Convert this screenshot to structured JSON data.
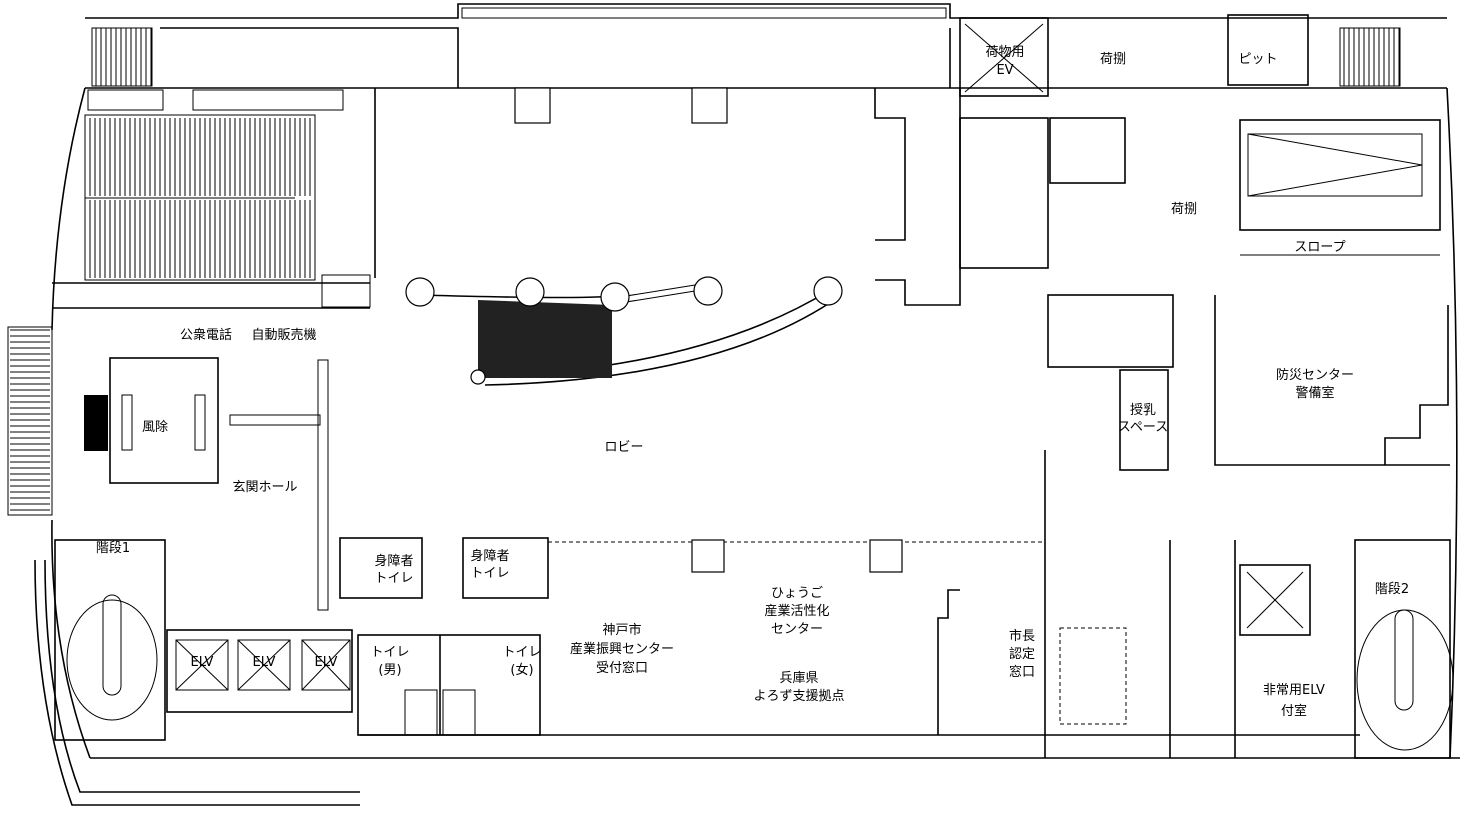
{
  "rooms": {
    "freight_ev": [
      "荷物用",
      "EV"
    ],
    "loading1": "荷捌",
    "loading2": "荷捌",
    "pit": "ピット",
    "slope": "スロープ",
    "pay_phone": "公衆電話",
    "vending": "自動販売機",
    "windbreak": "風除",
    "entrance_hall": "玄関ホール",
    "lobby": "ロビー",
    "security": [
      "防災センター",
      "警備室"
    ],
    "nursing": [
      "授乳",
      "スペース"
    ],
    "stairs1": "階段1",
    "stairs2": "階段2",
    "accessible_toilet1": [
      "身障者",
      "トイレ"
    ],
    "accessible_toilet2": [
      "身障者",
      "トイレ"
    ],
    "elv": [
      "ELV",
      "ELV",
      "ELV"
    ],
    "toilet_men": [
      "トイレ",
      "(男)"
    ],
    "toilet_women": [
      "トイレ",
      "(女)"
    ],
    "kobe_center": [
      "神戸市",
      "産業振興センター",
      "受付窓口"
    ],
    "hyogo_center": [
      "ひょうご",
      "産業活性化",
      "センター"
    ],
    "yorozu": [
      "兵庫県",
      "よろず支援拠点"
    ],
    "mayor_window": [
      "市長",
      "認定",
      "窓口"
    ],
    "emergency_elv": [
      "非常用ELV",
      "付室"
    ]
  }
}
